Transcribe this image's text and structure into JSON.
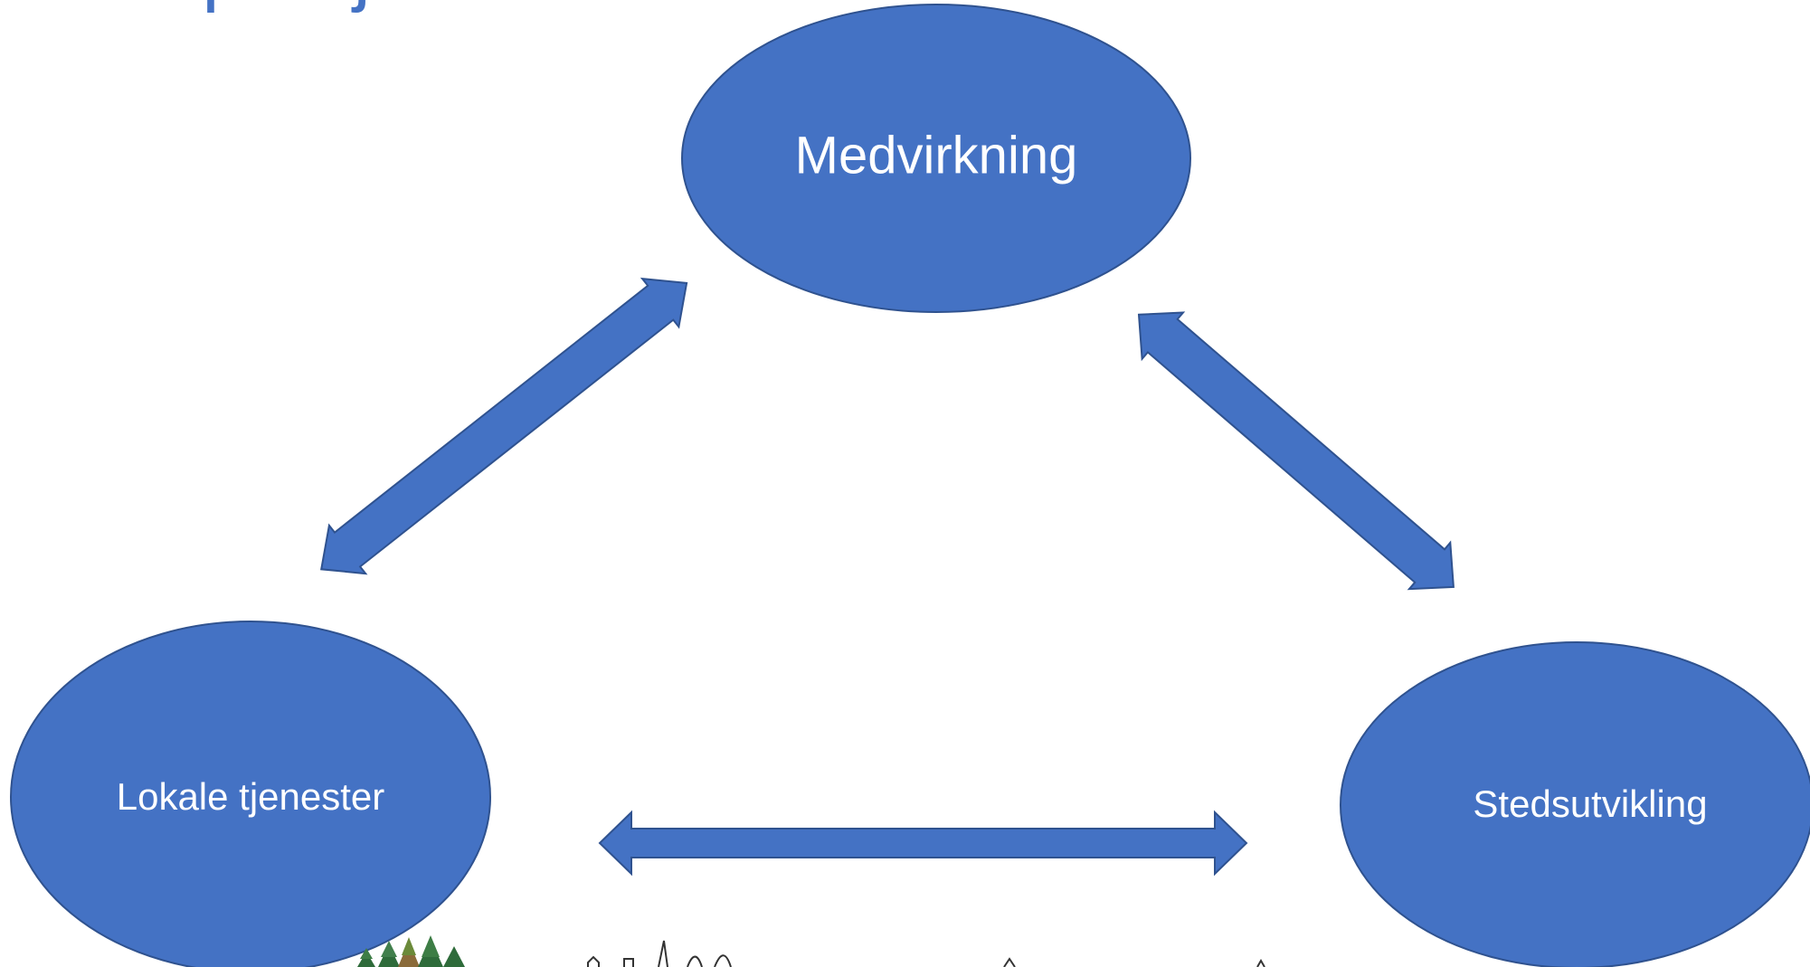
{
  "colors": {
    "node_fill": "#4472C4",
    "node_stroke": "#2F528F",
    "title_color": "#4472C4",
    "text": "#ffffff"
  },
  "title": "Prøveprosjektet",
  "nodes": {
    "top": {
      "label": "Medvirkning"
    },
    "left": {
      "label": "Lokale tjenester"
    },
    "right": {
      "label": "Stedsutvikling"
    }
  },
  "connectors": [
    {
      "from": "top",
      "to": "left",
      "style": "double-arrow"
    },
    {
      "from": "top",
      "to": "right",
      "style": "double-arrow"
    },
    {
      "from": "left",
      "to": "right",
      "style": "double-arrow"
    }
  ],
  "footer_decoration": "forest-and-town-silhouette"
}
